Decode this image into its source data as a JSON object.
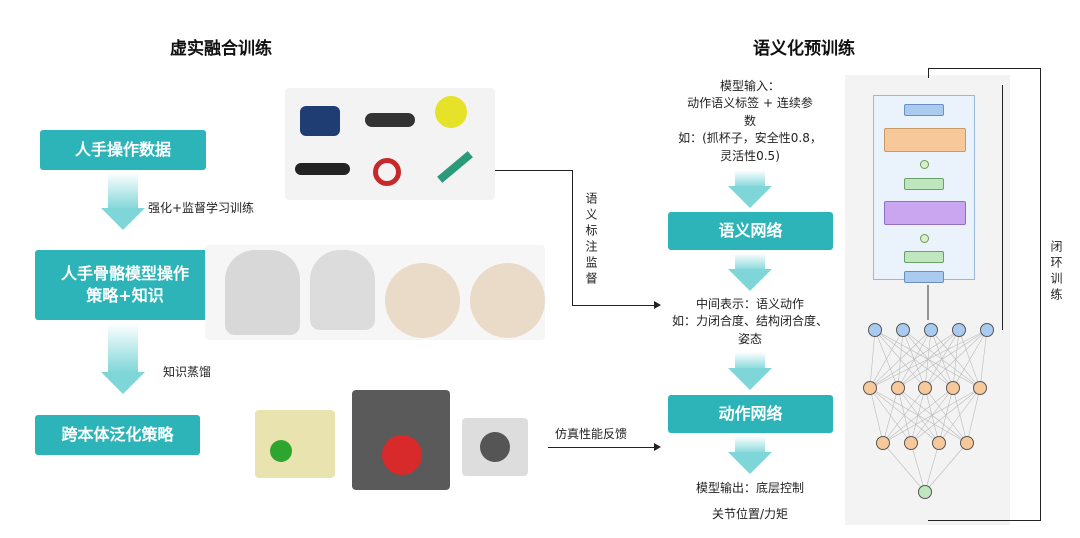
{
  "left": {
    "title": "虚实融合训练",
    "boxes": [
      "人手操作数据",
      "人手骨骼模型操作策略+知识",
      "跨本体泛化策略"
    ],
    "box2_lines": [
      "人手骨骼模型操作",
      "策略+知识"
    ],
    "arrow_labels": [
      "强化+监督学习训练",
      "知识蒸馏"
    ]
  },
  "middle_links": {
    "semantic_supervision": "语义标注监督",
    "sim_feedback": "仿真性能反馈"
  },
  "right": {
    "title": "语义化预训练",
    "input_lines": [
      "模型输入：",
      "动作语义标签 + 连续参",
      "数",
      "如：(抓杯子，安全性0.8，",
      "灵活性0.5)"
    ],
    "semantic_net": "语义网络",
    "mid_lines": [
      "中间表示：语义动作",
      "如：力闭合度、结构闭合度、",
      "姿态"
    ],
    "action_net": "动作网络",
    "output_lines": [
      "模型输出：底层控制",
      "关节位置/力矩"
    ],
    "loop_label": "闭环训练"
  },
  "colors": {
    "teal": "#2cb4b9",
    "orange": "#f7c99a",
    "purple": "#c9a6ef",
    "green": "#bfe6bf",
    "blue": "#a9cbf0"
  }
}
